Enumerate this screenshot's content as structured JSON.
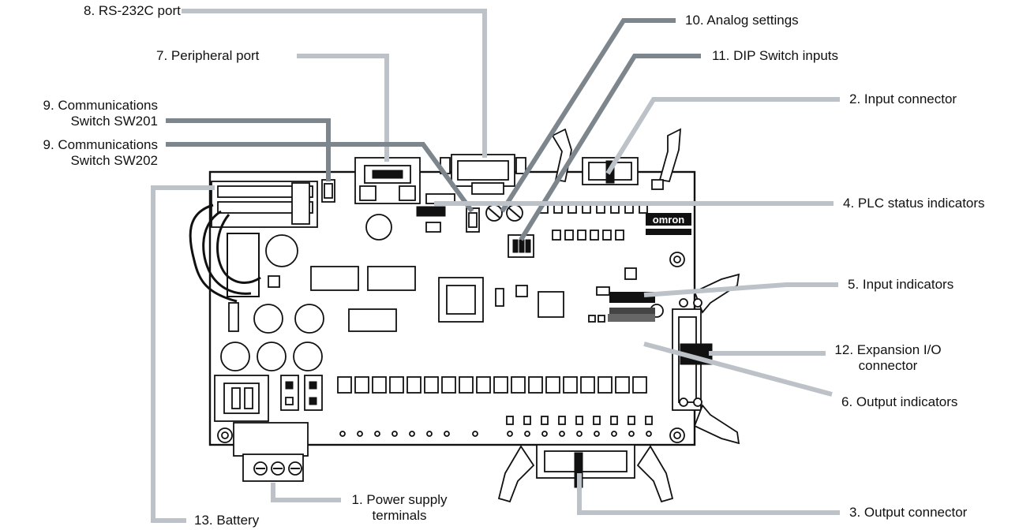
{
  "callouts": {
    "c1": {
      "line1": "1. Power supply",
      "line2": "terminals"
    },
    "c2": "2. Input connector",
    "c3": "3. Output connector",
    "c4": "4. PLC status indicators",
    "c5": "5. Input indicators",
    "c6": "6. Output indicators",
    "c7": "7. Peripheral port",
    "c8": "8. RS-232C port",
    "c9a": {
      "line1": "9. Communications",
      "line2": "Switch SW201"
    },
    "c9b": {
      "line1": "9. Communications",
      "line2": "Switch SW202"
    },
    "c10": "10. Analog settings",
    "c11": "11. DIP Switch inputs",
    "c12": {
      "line1": "12. Expansion I/O",
      "line2": "connector"
    },
    "c13": "13. Battery"
  },
  "board_logo": "omron",
  "colors": {
    "leader_dark": "#7d868d",
    "leader_light": "#bcc2c7",
    "outline": "#111111"
  }
}
